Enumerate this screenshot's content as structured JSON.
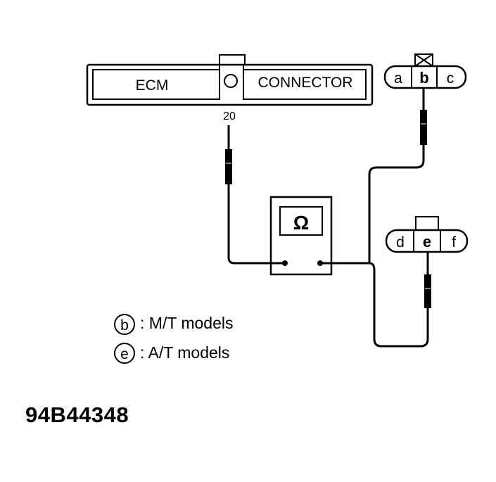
{
  "ecm_connector": {
    "left_label": "ECM",
    "right_label": "CONNECTOR",
    "pin_label": "20"
  },
  "connector_top": {
    "pins": [
      "a",
      "b",
      "c"
    ]
  },
  "connector_bottom": {
    "pins": [
      "d",
      "e",
      "f"
    ]
  },
  "meter": {
    "symbol": "Ω"
  },
  "legend": [
    {
      "pin": "b",
      "text": ": M/T models"
    },
    {
      "pin": "e",
      "text": ": A/T models"
    }
  ],
  "figure_code": "94B44348"
}
